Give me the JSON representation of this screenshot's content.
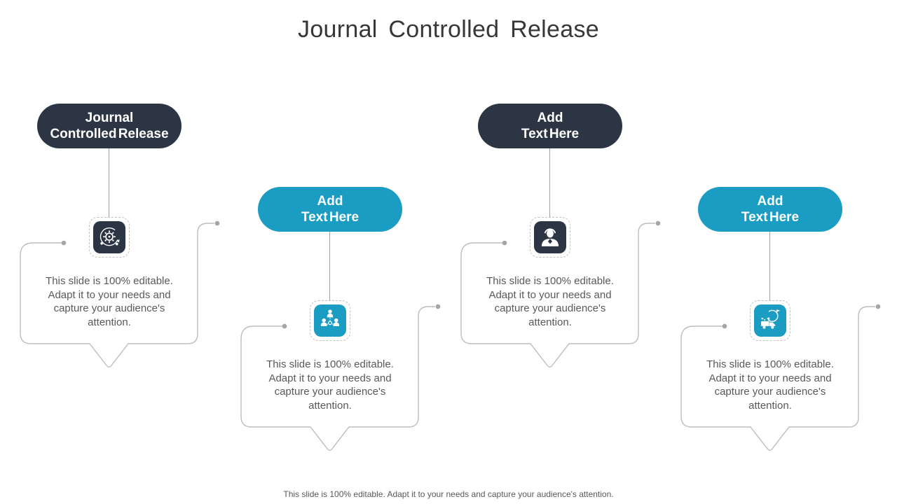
{
  "slide": {
    "title": "Journal Controlled Release",
    "footer": "This slide is 100% editable. Adapt it to your needs and capture your audience's attention.",
    "colors": {
      "dark_pill": "#2b3544",
      "dark_pill_shadow": "#1e2734",
      "teal_pill": "#1b9cc3",
      "teal_pill_shadow": "#136f8e",
      "connector_line": "#a2a2a2",
      "bubble_border": "#bdbdbd",
      "body_text": "#595959",
      "title_text": "#373737"
    },
    "columns": [
      {
        "pill_line1": "Journal",
        "pill_line2": "Controlled Release",
        "theme": "dark",
        "icon": "process-gear-icon",
        "body": "This slide is 100% editable. Adapt it to your needs and capture your audience's attention."
      },
      {
        "pill_line1": "Add",
        "pill_line2": "Text Here",
        "theme": "teal",
        "icon": "team-icon",
        "body": "This slide is 100% editable. Adapt it to your needs and capture your audience's attention."
      },
      {
        "pill_line1": "Add",
        "pill_line2": "Text Here",
        "theme": "dark",
        "icon": "person-icon",
        "body": "This slide is 100% editable. Adapt it to your needs and capture your audience's attention."
      },
      {
        "pill_line1": "Add",
        "pill_line2": "Text Here",
        "theme": "teal",
        "icon": "logistics-truck-icon",
        "body": "This slide is 100% editable. Adapt it to your needs and capture your audience's attention."
      }
    ]
  }
}
